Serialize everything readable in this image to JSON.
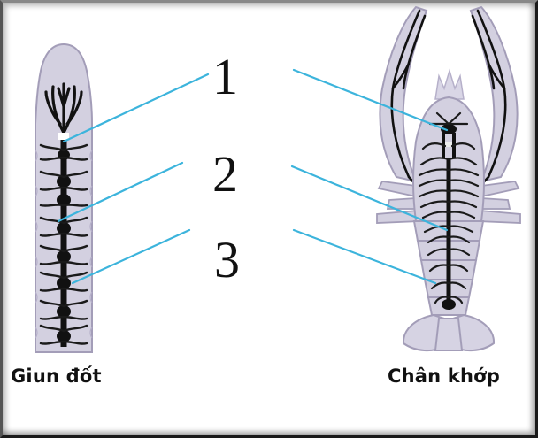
{
  "diagram": {
    "labels": [
      {
        "id": "1",
        "text": "1"
      },
      {
        "id": "2",
        "text": "2"
      },
      {
        "id": "3",
        "text": "3"
      }
    ],
    "organisms": {
      "left": {
        "caption": "Giun đốt"
      },
      "right": {
        "caption": "Chân khớp"
      }
    },
    "colors": {
      "body_fill": "#d3d0e0",
      "body_outline": "#a39db8",
      "nerve": "#0d0d0d",
      "leader_line": "#3cb4dc"
    }
  }
}
